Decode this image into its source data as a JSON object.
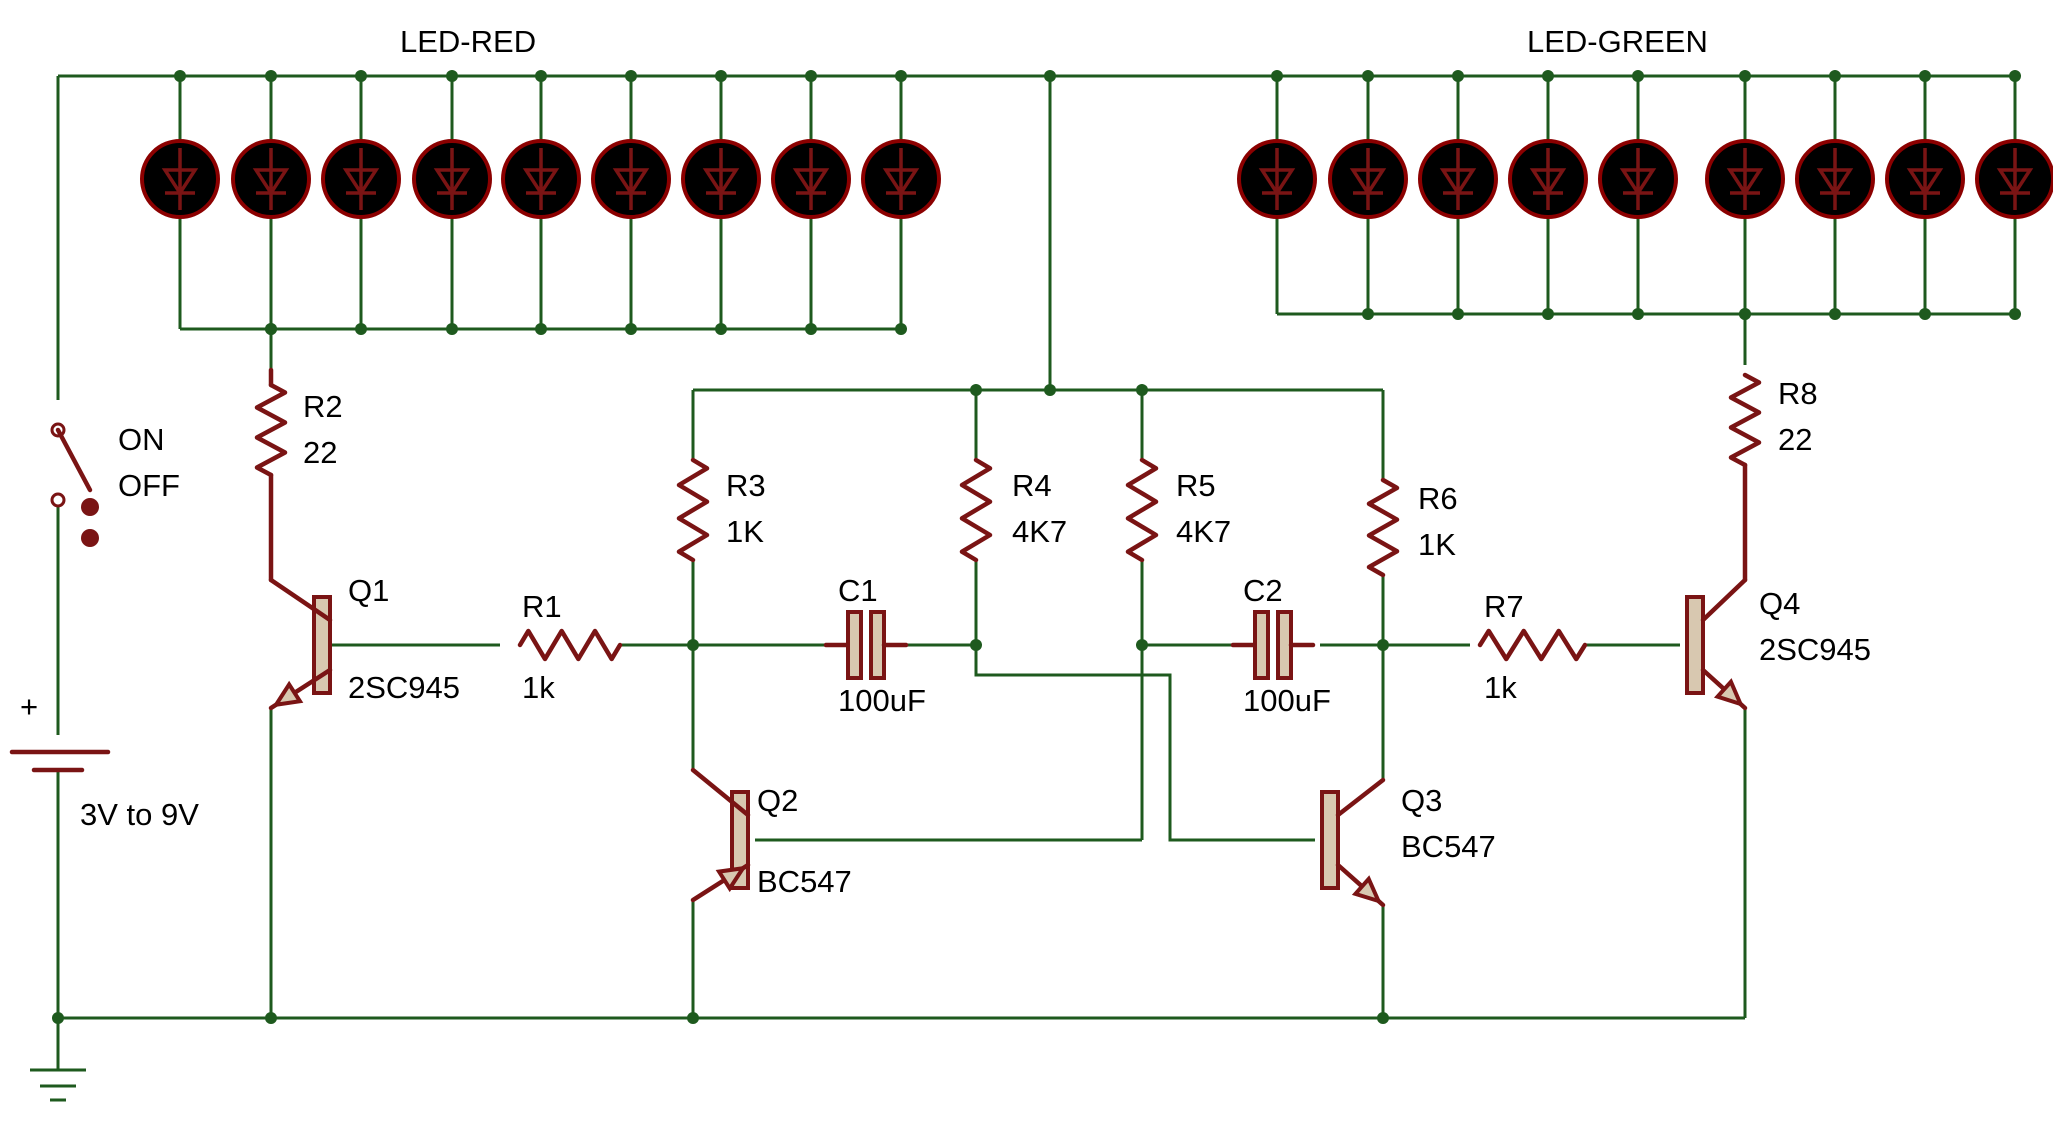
{
  "colors": {
    "wire": "#1e5a1e",
    "part": "#7a1414",
    "body": "#d8c8b0",
    "led_fill": "#000000",
    "led_ring": "#8b0000",
    "label": "#000000"
  },
  "labels": {
    "led_red": "LED-RED",
    "led_green": "LED-GREEN",
    "switch_on": "ON",
    "switch_off": "OFF",
    "battery_plus": "+",
    "battery_voltage": "3V to 9V"
  },
  "resistors": [
    {
      "ref": "R1",
      "value": "1k"
    },
    {
      "ref": "R2",
      "value": "22"
    },
    {
      "ref": "R3",
      "value": "1K"
    },
    {
      "ref": "R4",
      "value": "4K7"
    },
    {
      "ref": "R5",
      "value": "4K7"
    },
    {
      "ref": "R6",
      "value": "1K"
    },
    {
      "ref": "R7",
      "value": "1k"
    },
    {
      "ref": "R8",
      "value": "22"
    }
  ],
  "capacitors": [
    {
      "ref": "C1",
      "value": "100uF"
    },
    {
      "ref": "C2",
      "value": "100uF"
    }
  ],
  "transistors": [
    {
      "ref": "Q1",
      "type": "2SC945"
    },
    {
      "ref": "Q2",
      "type": "BC547"
    },
    {
      "ref": "Q3",
      "type": "BC547"
    },
    {
      "ref": "Q4",
      "type": "2SC945"
    }
  ],
  "red_led_count": 9,
  "green_led_count": 9
}
